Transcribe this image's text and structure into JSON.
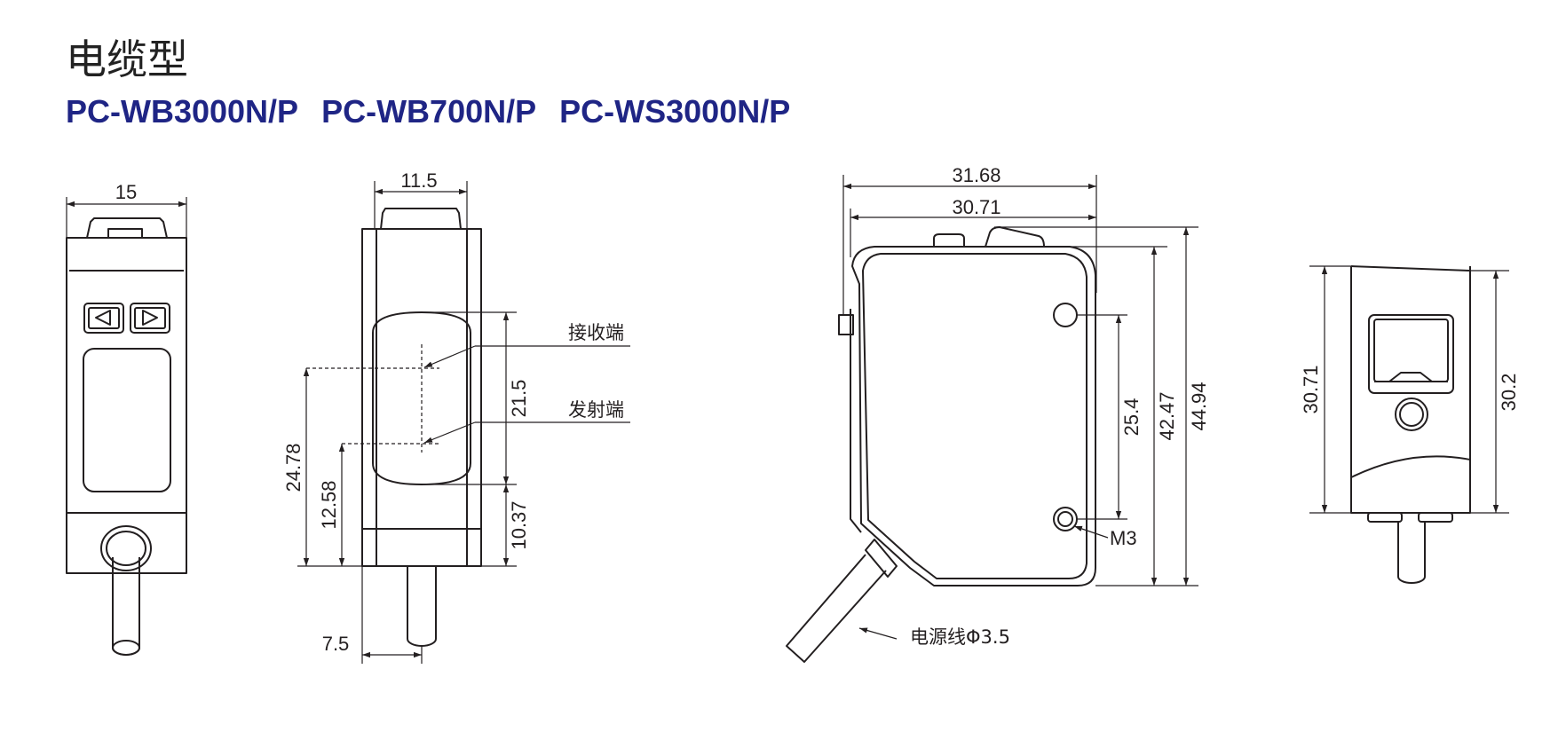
{
  "title": "电缆型",
  "models": [
    "PC-WB3000N/P",
    "PC-WB700N/P",
    "PC-WS3000N/P"
  ],
  "views": {
    "front": {
      "width": "15",
      "left_icon": "left-triangle-icon",
      "right_icon": "right-triangle-icon"
    },
    "side": {
      "width": "11.5",
      "lens_height": "21.5",
      "receiver_height": "24.78",
      "emitter_height": "12.58",
      "bottom_offset": "10.37",
      "cable_offset": "7.5",
      "receiver_label": "接收端",
      "emitter_label": "发射端"
    },
    "body": {
      "top_width_outer": "31.68",
      "top_width_inner": "30.71",
      "hole_spacing": "25.4",
      "body_height": "42.47",
      "total_height": "44.94",
      "hole_label": "M3",
      "cable_label": "电源线Φ3.5"
    },
    "rear": {
      "height_left": "30.71",
      "height_right": "30.2"
    }
  }
}
